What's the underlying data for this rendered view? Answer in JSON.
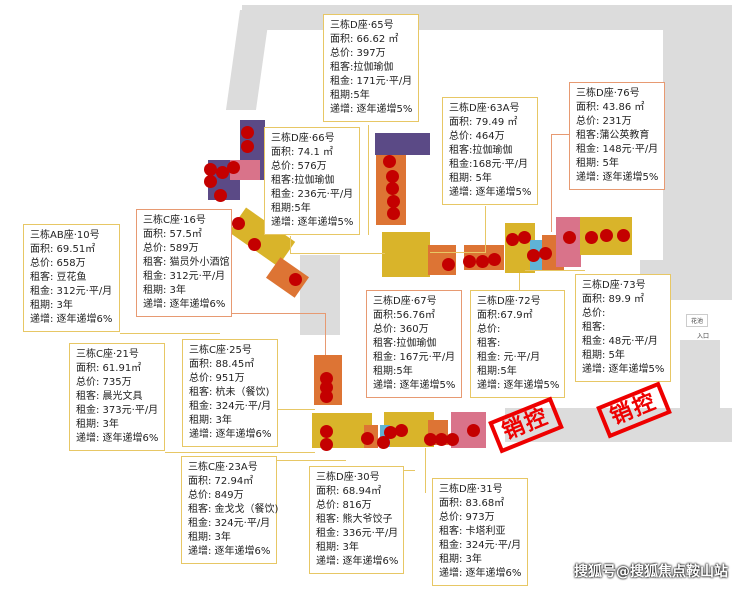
{
  "units": [
    {
      "id": "65",
      "lines": [
        "三栋D座·65号",
        "面积: 66.62 ㎡",
        "总价: 397万",
        "租客:拉伽瑜伽",
        "租金: 171元·平/月",
        "租期:5年",
        "递增: 逐年递增5%"
      ]
    },
    {
      "id": "66",
      "lines": [
        "三栋D座·66号",
        "面积: 74.1 ㎡",
        "总价: 576万",
        "租客:拉伽瑜伽",
        "租金: 236元·平/月",
        "租期:5年",
        "递增: 逐年递增5%"
      ]
    },
    {
      "id": "63A",
      "lines": [
        "三栋D座·63A号",
        "面积: 79.49 ㎡",
        "总价: 464万",
        "租客:拉伽瑜伽",
        "租金:168元·平/月",
        "租期: 5年",
        "递增: 逐年递增5%"
      ]
    },
    {
      "id": "76",
      "lines": [
        "三栋D座·76号",
        "面积: 43.86 ㎡",
        "总价: 231万",
        "租客:蒲公英教育",
        "租金: 148元·平/月",
        "租期: 5年",
        "递增: 逐年递增5%"
      ]
    },
    {
      "id": "16",
      "lines": [
        "三栋C座·16号",
        "面积: 57.5㎡",
        "总价: 589万",
        "租客: 猫员外小酒馆",
        "租金: 312元·平/月",
        "租期: 3年",
        "递增: 逐年递增6%"
      ]
    },
    {
      "id": "10",
      "lines": [
        "三栋AB座·10号",
        "面积: 69.51㎡",
        "总价: 658万",
        "租客: 豆花鱼",
        "租金: 312元·平/月",
        "租期: 3年",
        "递增: 逐年递增6%"
      ]
    },
    {
      "id": "67",
      "lines": [
        "三栋D座·67号",
        "面积:56.76㎡",
        "总价: 360万",
        "租客:拉伽瑜伽",
        "租金: 167元·平/月",
        "租期:5年",
        "递增: 逐年递增5%"
      ]
    },
    {
      "id": "72",
      "lines": [
        "三栋D座·72号",
        "面积:67.9㎡",
        "总价:",
        "租客:",
        "租金:   元·平/月",
        "租期:5年",
        "递增: 逐年递增5%"
      ]
    },
    {
      "id": "73",
      "lines": [
        "三栋D座·73号",
        "面积: 89.9  ㎡",
        "总价:",
        "租客:",
        "租金:  48元·平/月",
        "租期: 5年",
        "递增: 逐年递增5%"
      ]
    },
    {
      "id": "21",
      "lines": [
        "三栋C座·21号",
        "面积: 61.91㎡",
        "总价: 735万",
        "租客: 晨光文具",
        "租金: 373元·平/月",
        "租期: 3年",
        "递增: 逐年递增6%"
      ]
    },
    {
      "id": "25",
      "lines": [
        "三栋C座·25号",
        "面积: 88.45㎡",
        "总价: 951万",
        "租客: 杭未（餐饮)",
        "租金: 324元·平/月",
        "租期: 3年",
        "递增: 逐年递增6%"
      ]
    },
    {
      "id": "23A",
      "lines": [
        "三栋C座·23A号",
        "面积: 72.94㎡",
        "总价: 849万",
        "租客: 金戈戈（餐饮)",
        "租金: 324元·平/月",
        "租期: 3年",
        "递增: 逐年递增6%"
      ]
    },
    {
      "id": "30",
      "lines": [
        "三栋D座·30号",
        "面积: 68.94㎡",
        "总价: 816万",
        "租客: 熊大爷饺子",
        "租金: 336元·平/月",
        "租期: 3年",
        "递增: 逐年递增6%"
      ]
    },
    {
      "id": "31",
      "lines": [
        "三栋D座·31号",
        "面积: 83.68㎡",
        "总价: 973万",
        "租客: 卡塔利亚",
        "租金: 324元·平/月",
        "租期: 3年",
        "递增: 逐年递增6%"
      ]
    }
  ],
  "stamp": "销控",
  "map_labels": {
    "garden": "花池",
    "entrance": "入口"
  },
  "watermark": "搜狐号@搜狐焦点鞍山站",
  "colors": {
    "sold_dot": "#c40000",
    "stamp": "#e00000"
  }
}
